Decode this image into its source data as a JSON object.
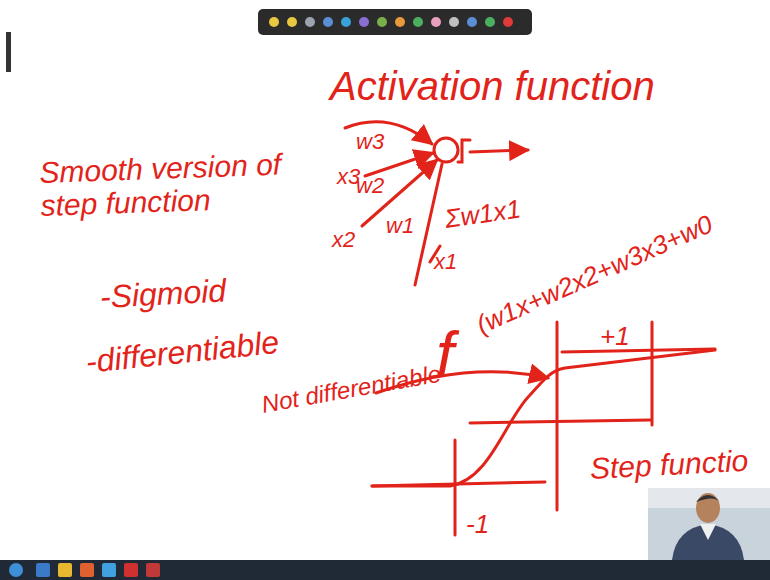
{
  "diagram": {
    "title": "Activation function",
    "labels": [
      "Smooth version of step function",
      "-Sigmoid",
      "-differentiable",
      "x3",
      "w3",
      "w2",
      "x2",
      "w1",
      "x1",
      "Σw1x1",
      "f",
      "(w1x+w2x2+w3x3+w0",
      "Not differentiable",
      "+1",
      "-1",
      "Step functio"
    ]
  }
}
